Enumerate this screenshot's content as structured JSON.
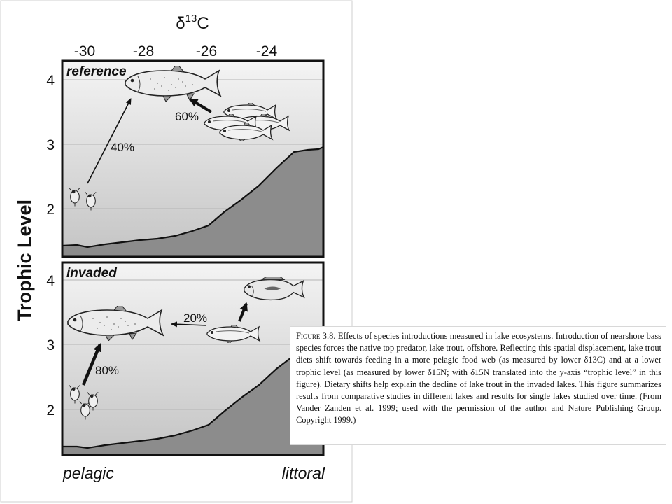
{
  "figure": {
    "top_axis_title": "δ13C",
    "top_axis_title_base": "δ",
    "top_axis_title_sup": "13",
    "top_axis_title_end": "C",
    "top_ticks": [
      "-30",
      "-28",
      "-26",
      "-24"
    ],
    "y_axis_title": "Trophic Level",
    "y_ticks": [
      "4",
      "3",
      "2"
    ],
    "bottom_left_label": "pelagic",
    "bottom_right_label": "littoral",
    "panels": [
      {
        "label": "reference",
        "arrows": [
          {
            "percent": "40%",
            "from": "zooplankton",
            "to": "lake trout"
          },
          {
            "percent": "60%",
            "from": "forage fish",
            "to": "lake trout"
          }
        ]
      },
      {
        "label": "invaded",
        "arrows": [
          {
            "percent": "80%",
            "from": "zooplankton",
            "to": "lake trout"
          },
          {
            "percent": "20%",
            "from": "forage fish",
            "to": "lake trout"
          }
        ]
      }
    ],
    "colors": {
      "water_top": "#f4f4f4",
      "water_bottom": "#c6c6c6",
      "lakebed": "#8a8a8a",
      "frame": "#111111"
    }
  },
  "caption": {
    "lead": "Figure 3.8.",
    "text": "Effects of species introductions measured in lake ecosystems. Introduction of nearshore bass species forces the native top predator, lake trout, offshore. Reflecting this spatial displacement, lake trout diets shift towards feeding in a more pelagic food web (as measured by lower δ13C) and at a lower trophic level (as measured by lower δ15N; with δ15N translated into the y-axis “trophic level” in this figure). Dietary shifts help explain the decline of lake trout in the invaded lakes. This figure summarizes results from comparative studies in different lakes and results for single lakes studied over time. (From Vander Zanden et al. 1999; used with the permission of the author and Nature Publishing Group. Copyright 1999.)"
  }
}
